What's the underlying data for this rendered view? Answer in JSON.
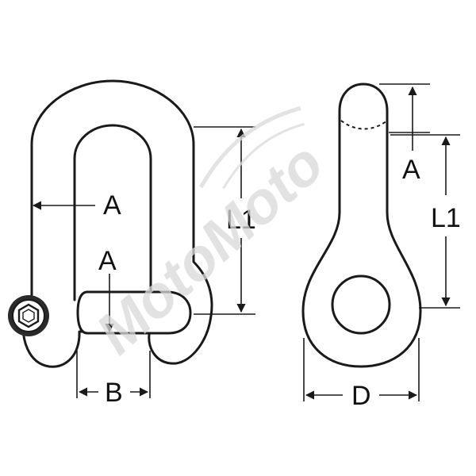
{
  "labels": {
    "left_a_width": "A",
    "left_a_pin": "A",
    "left_l1": "L1",
    "left_b": "B",
    "right_a": "A",
    "right_l1": "L1",
    "right_d": "D"
  },
  "watermark": {
    "text": "MotoMoto"
  },
  "colors": {
    "line": "#1a1a1a",
    "background": "#ffffff",
    "watermark": "#d9d9d9"
  }
}
